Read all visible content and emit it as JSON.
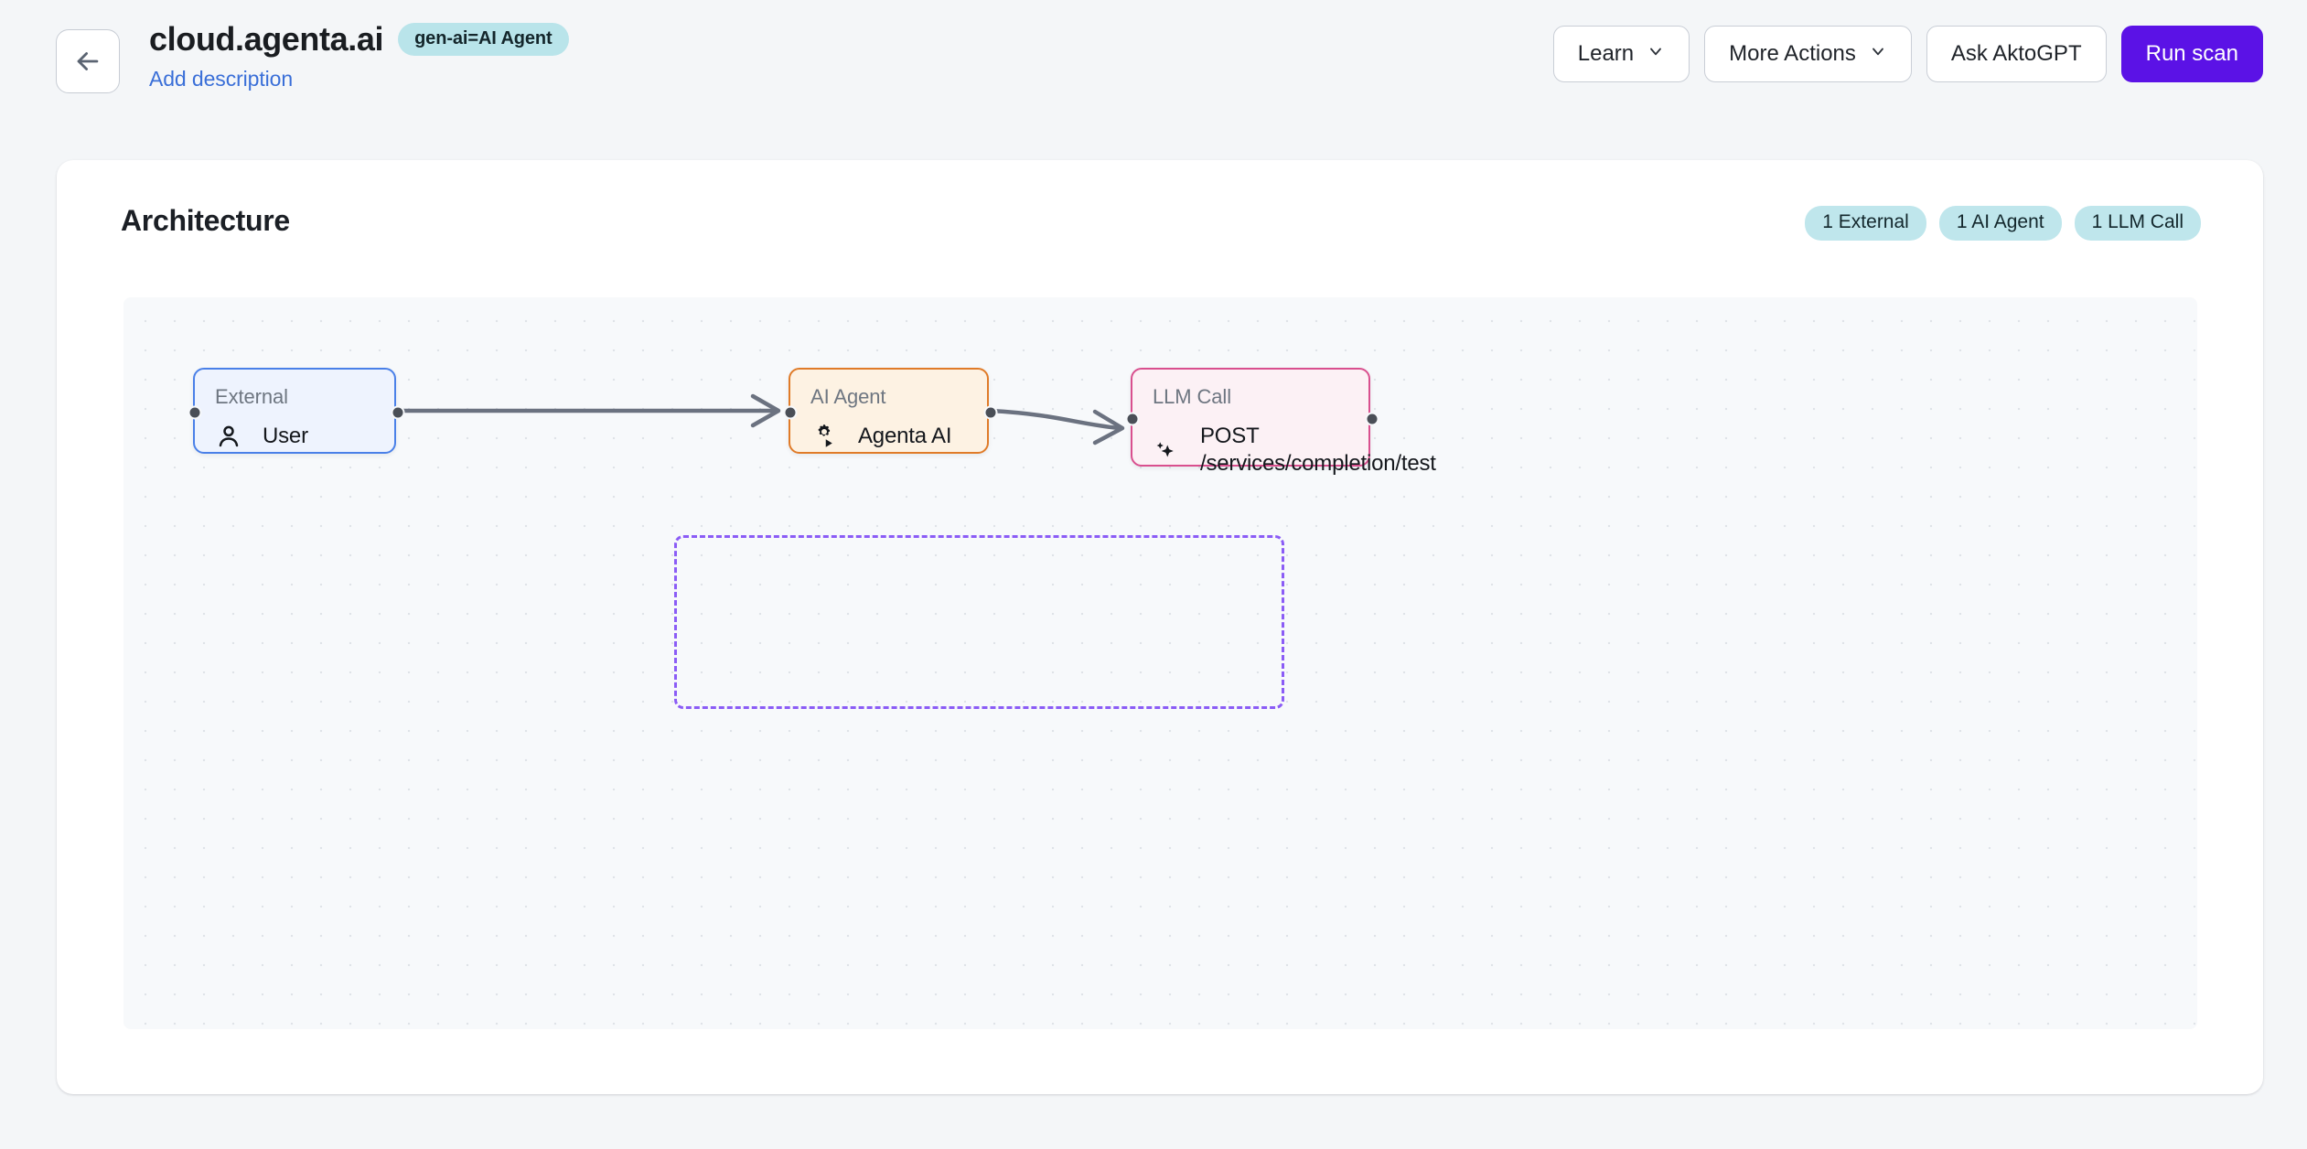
{
  "header": {
    "back_icon": "arrow-left-icon",
    "title": "cloud.agenta.ai",
    "tag": "gen-ai=AI Agent",
    "add_description": "Add description",
    "actions": [
      {
        "label": "Learn",
        "has_chevron": true,
        "primary": false,
        "icon": "chevron-down-icon"
      },
      {
        "label": "More Actions",
        "has_chevron": true,
        "primary": false,
        "icon": "chevron-down-icon"
      },
      {
        "label": "Ask AktoGPT",
        "has_chevron": false,
        "primary": false
      },
      {
        "label": "Run scan",
        "has_chevron": false,
        "primary": true
      }
    ]
  },
  "architecture": {
    "section_title": "Architecture",
    "badges": [
      {
        "label": "1 External"
      },
      {
        "label": "1 AI Agent"
      },
      {
        "label": "1 LLM Call"
      }
    ],
    "nodes": {
      "external": {
        "kind": "External",
        "label": "User",
        "icon": "user-icon",
        "border_color": "#4a80e8",
        "background_color": "#eef3fe"
      },
      "agent": {
        "kind": "AI Agent",
        "label": "Agenta AI",
        "icon": "gear-play-icon",
        "border_color": "#e07b28",
        "background_color": "#fdf2e3"
      },
      "llm": {
        "kind": "LLM Call",
        "method": "POST",
        "path": "/services/completion/test",
        "icon": "sparkle-icon",
        "border_color": "#d94f8e",
        "background_color": "#fcf1f5"
      }
    },
    "group": {
      "border_color": "#8b5cf6",
      "style": "dashed"
    },
    "edges": [
      {
        "from": "external",
        "to": "agent",
        "color": "#6b7280",
        "arrow": true
      },
      {
        "from": "agent",
        "to": "llm",
        "color": "#6b7280",
        "arrow": true
      }
    ],
    "canvas_background": "#f7f9fb"
  },
  "colors": {
    "accent": "#5b12e6",
    "link": "#3a6fd8",
    "tag_bg": "#b9e4ea",
    "badge_bg": "#bfe6ec",
    "page_bg": "#f4f6f8"
  }
}
